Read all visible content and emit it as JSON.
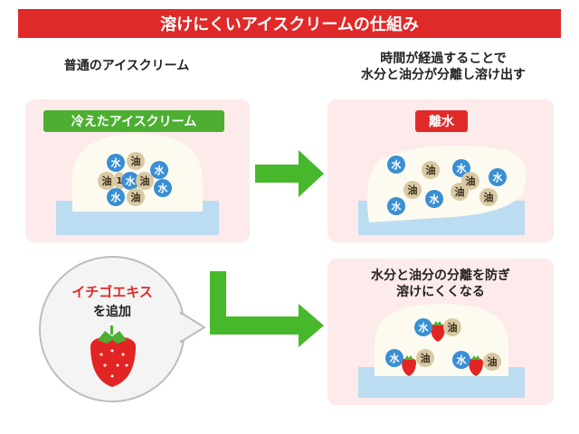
{
  "title": "溶けにくいアイスクリームの仕組み",
  "left_caption": "普通のアイスクリーム",
  "right_caption_line1": "時間が経過することで",
  "right_caption_line2": "水分と油分が分離し溶け出す",
  "panel1_tag": "冷えたアイスクリーム",
  "panel2_tag": "離水",
  "panel3_caption_line1": "水分と油分の分離を防ぎ",
  "panel3_caption_line2": "溶けにくくなる",
  "bubble_title": "イチゴエキス",
  "bubble_sub": "を追加",
  "water_label": "水",
  "oil_label": "油",
  "center_label": "1",
  "colors": {
    "banner_red": "#e02a2a",
    "tag_green": "#4caf32",
    "tag_red": "#e02a2a",
    "arrow_green": "#47b82b",
    "panel_pink": "#fdeaea",
    "water_blue": "#3a8fd4",
    "oil_beige": "#d8c9a4",
    "base_blue": "#bcdcf2",
    "cream": "#fdfbf0"
  },
  "icons": [
    "strawberry-icon",
    "right-arrow-icon",
    "elbow-arrow-icon",
    "speech-bubble"
  ]
}
